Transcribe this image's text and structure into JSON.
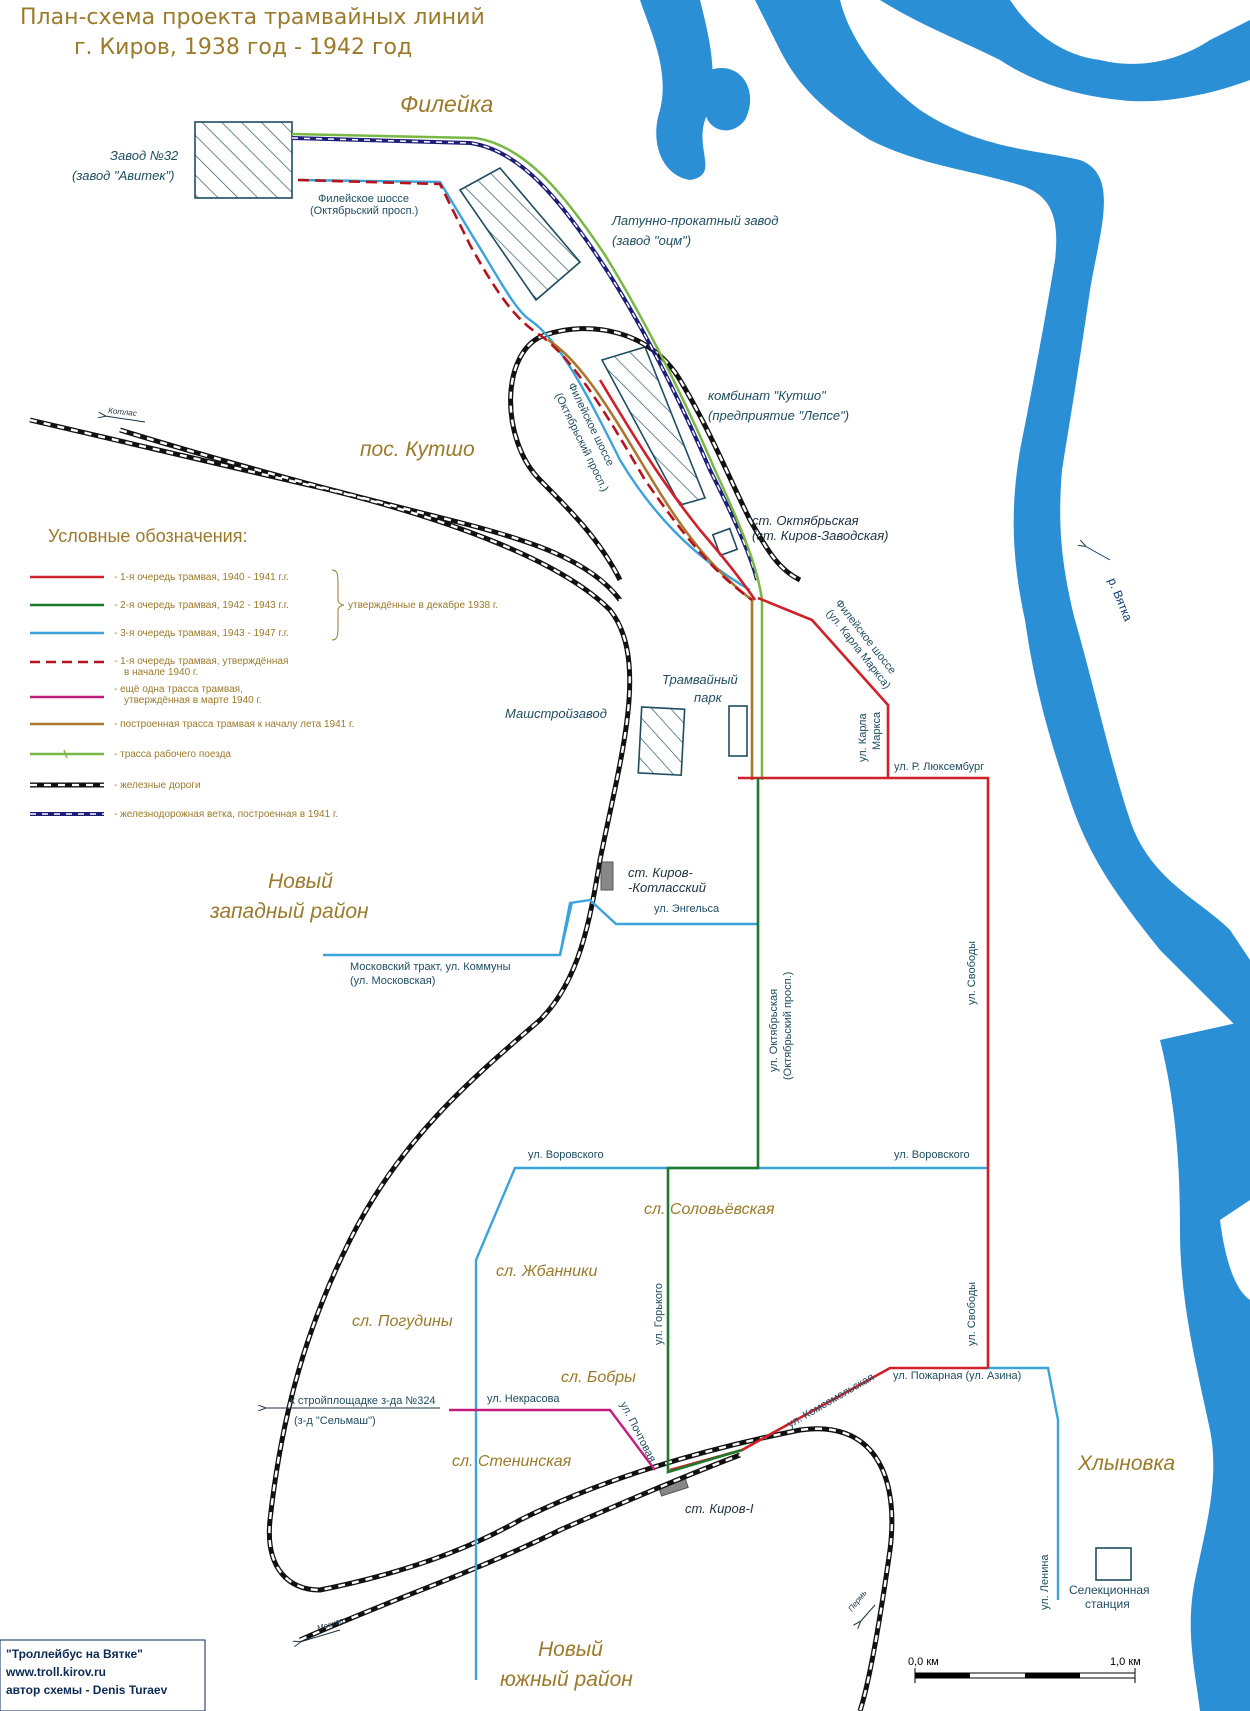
{
  "title": {
    "line1": "План-схема проекта трамвайных линий",
    "line2": "г. Киров, 1938 год - 1942 год"
  },
  "colors": {
    "red": "#d0202a",
    "green": "#1c7a2a",
    "blue": "#3ba3db",
    "darkred": "#b5141e",
    "magenta": "#c21d7c",
    "brown": "#a9772e",
    "lightgreen": "#79b845",
    "navy": "#1e1e78",
    "rail": "#111111",
    "water": "#2b8fd6",
    "text_gold": "#9b7a2a",
    "text_teal": "#1e4d60"
  },
  "districts": {
    "fileika": "Филейка",
    "kutsho": "пос. Кутшо",
    "new_west_1": "Новый",
    "new_west_2": "западный район",
    "soloveva": "сл. Соловьёвская",
    "zhbanniki": "сл. Жбанники",
    "pogudiny": "сл. Погудины",
    "bobry": "сл. Бобры",
    "steninskaya": "сл. Стенинская",
    "khlynovka": "Хлыновка",
    "new_south_1": "Новый",
    "new_south_2": "южный район"
  },
  "plants": {
    "zavod32_1": "Завод №32",
    "zavod32_2": "(завод \"Авитек\")",
    "latun_1": "Латунно-прокатный завод",
    "latun_2": "(завод \"оцм\")",
    "kutsho_1": "комбинат \"Кутшо\"",
    "kutsho_2": "(предприятие \"Лепсе\")",
    "tram_park_1": "Трамвайный",
    "tram_park_2": "парк",
    "mashstroy": "Машстройзавод",
    "selection_1": "Селекционная",
    "selection_2": "станция"
  },
  "stations": {
    "oktyabrskaya_1": "ст. Октябрьская",
    "oktyabrskaya_2": "(ст. Киров-Заводская)",
    "kotlassky_1": "ст. Киров-",
    "kotlassky_2": "-Котласский",
    "kirov1": "ст. Киров-I"
  },
  "streets": {
    "fileiskoe_1": "Филейское шоссе",
    "fileiskoe_2": "(Октябрьский просп.)",
    "fileiskoe_diag_1": "Филейское шоссе",
    "fileiskoe_diag_2": "(Октябрьский просп.)",
    "fileiskoe_marx_1": "Филейское шоссе",
    "fileiskoe_marx_2": "(ул. Карла Маркса)",
    "karla_marksa_1": "ул. Карла",
    "karla_marksa_2": "Маркса",
    "luxemburg": "ул. Р. Люксембург",
    "engelsa": "ул. Энгельса",
    "moskovsky_1": "Московский тракт, ул. Коммуны",
    "moskovsky_2": "(ул. Московская)",
    "oktyabrskaya_1": "ул. Октябрьская",
    "oktyabrskaya_2": "(Октябрьский просп.)",
    "svobody_upper": "ул. Свободы",
    "vorovskogo_left": "ул. Воровского",
    "vorovskogo_right": "ул. Воровского",
    "gorkogo": "ул. Горького",
    "svobody_lower": "ул. Свободы",
    "komsomolskaya": "ул. Комсомольская",
    "pozharnaya": "ул. Пожарная (ул. Азина)",
    "nekrasova": "ул. Некрасова",
    "pochtovaya": "ул. Почтовая",
    "stroyploshchadka_1": "к стройплощадке з-да №324",
    "stroyploshchadka_2": "(з-д \"Сельмаш\")",
    "lenina": "ул. Ленина"
  },
  "rail_labels": {
    "kotlas": "Котлас",
    "moskva": "Москва",
    "perm": "Пермь"
  },
  "river": "р. Вятка",
  "legend": {
    "title": "Условные обозначения:",
    "items": [
      {
        "text": "- 1-я очередь трамвая, 1940 - 1941 г.г."
      },
      {
        "text": "- 2-я очередь трамвая, 1942 - 1943 г.г."
      },
      {
        "text": "- 3-я очередь трамвая, 1943 - 1947 г.г."
      },
      {
        "text": "- 1-я очередь трамвая, утверждённая",
        "text2": "в начале 1940 г."
      },
      {
        "text": "- ещё одна трасса трамвая,",
        "text2": "утверждённая в марте 1940 г."
      },
      {
        "text": "- построенная трасса трамвая к началу лета 1941 г."
      },
      {
        "text": "- трасса рабочего поезда"
      },
      {
        "text": "- железные дороги"
      },
      {
        "text": "- железнодорожная ветка, построенная в 1941 г."
      }
    ],
    "approved": "утверждённые в декабре 1938 г."
  },
  "credits": {
    "line1": "\"Троллейбус на Вятке\"",
    "line2": "www.troll.kirov.ru",
    "line3": "автор схемы - Denis Turaev"
  },
  "scale": {
    "start": "0,0 км",
    "end": "1,0 км"
  }
}
